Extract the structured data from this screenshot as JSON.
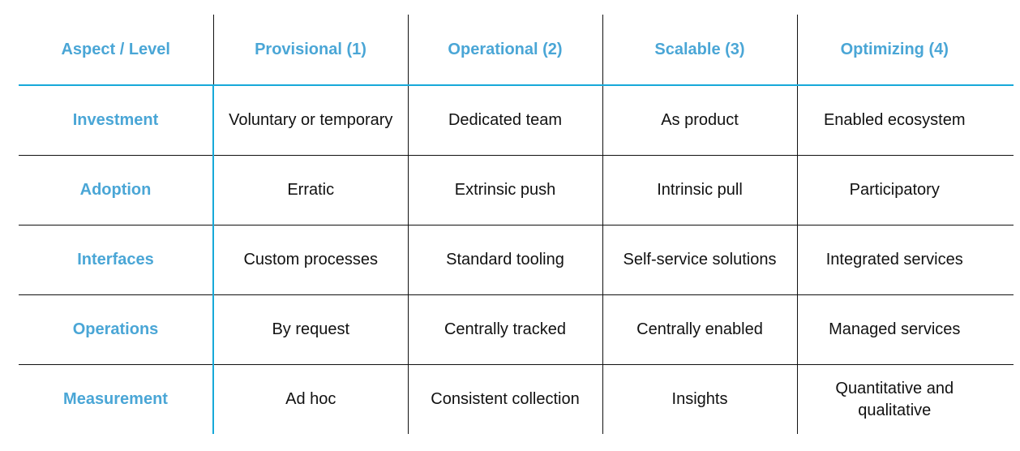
{
  "headers": [
    "Aspect / Level",
    "Provisional (1)",
    "Operational (2)",
    "Scalable (3)",
    "Optimizing (4)"
  ],
  "rows": [
    {
      "aspect": "Investment",
      "cells": [
        "Voluntary or temporary",
        "Dedicated team",
        "As product",
        "Enabled ecosystem"
      ]
    },
    {
      "aspect": "Adoption",
      "cells": [
        "Erratic",
        "Extrinsic push",
        "Intrinsic pull",
        "Participatory"
      ]
    },
    {
      "aspect": "Interfaces",
      "cells": [
        "Custom processes",
        "Standard tooling",
        "Self-service solutions",
        "Integrated services"
      ]
    },
    {
      "aspect": "Operations",
      "cells": [
        "By request",
        "Centrally tracked",
        "Centrally enabled",
        "Managed services"
      ]
    },
    {
      "aspect": "Measurement",
      "cells": [
        "Ad hoc",
        "Consistent collection",
        "Insights",
        "Quantitative and qualitative"
      ]
    }
  ],
  "colors": {
    "accent": "#4aa6d6",
    "line": "#17a9d9"
  }
}
